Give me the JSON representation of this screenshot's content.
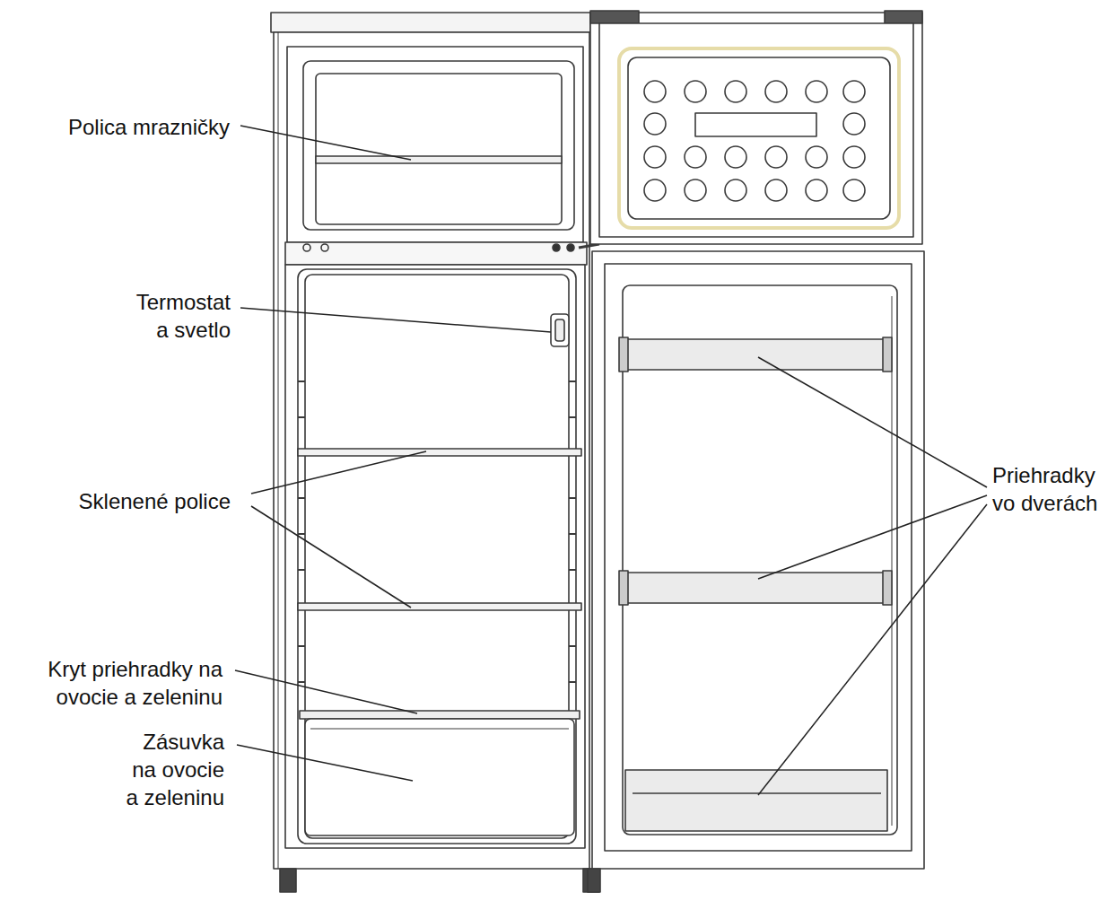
{
  "diagram": {
    "labels": [
      "Polica mrazničky",
      "Termostat a svetlo",
      "Sklenené police",
      "Kryt priehradky na ovocie a zeleninu",
      "Zásuvka na ovocie a zeleninu",
      "Priehradky vo dverách"
    ]
  }
}
